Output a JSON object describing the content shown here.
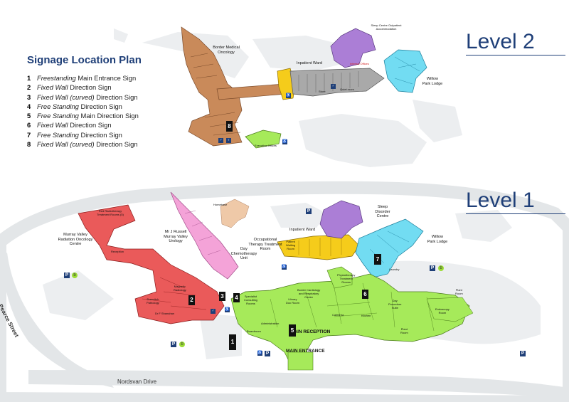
{
  "legend": {
    "title": "Signage Location Plan",
    "items": [
      {
        "num": "1",
        "italic": "Freestanding",
        "rest": "Main Entrance Sign"
      },
      {
        "num": "2",
        "italic": "Fixed Wall",
        "rest": "Direction Sign"
      },
      {
        "num": "3",
        "italic": "Fixed Wall (curved)",
        "rest": "Direction Sign"
      },
      {
        "num": "4",
        "italic": "Free Standing",
        "rest": "Direction Sign"
      },
      {
        "num": "5",
        "italic": "Free Standing",
        "rest": "Main Direction Sign"
      },
      {
        "num": "6",
        "italic": "Fixed Wall",
        "rest": "Direction Sign"
      },
      {
        "num": "7",
        "italic": "Free Standing",
        "rest": "Direction Sign"
      },
      {
        "num": "8",
        "italic": "Fixed Wall (curved)",
        "rest": "Direction Sign"
      }
    ]
  },
  "level2": {
    "title": "Level 2",
    "labels": {
      "border_medical_oncology": "Border Medical\nOncology",
      "inpatient_ward": "Inpatient Ward",
      "sleep_centre": "Sleep Centre Outpatient\nAccommodation",
      "willow_park": "Willow\nPark Lodge",
      "internal_offices": "Internal Offices",
      "executive_offices": "Executive Offices",
      "store": "Store",
      "quiet_room": "Quiet room"
    },
    "signs": [
      "8"
    ]
  },
  "level1": {
    "title": "Level 1",
    "labels": {
      "red_radiotherapy": "Red Radiotherapy\nTreatment Rooms (5)",
      "murray_valley_radiation": "Murray Valley\nRadiation Oncology\nCentre",
      "reception": "Reception",
      "mr_russell": "Mr J Russell\nMurray Valley\nUrology",
      "homebase": "Homebase",
      "day_chemo": "Day\nChemotherapy\nUnit",
      "occupational": "Occupational\nTherapy Treatment\nRoom",
      "inpatient_ward": "Inpatient Ward",
      "sleep_disorder": "Sleep\nDisorder\nCentre",
      "willow_park": "Willow\nPark Lodge",
      "magnetic_radiology": "Magnetic\nRadiology",
      "dorevitch": "Dorevitch\nPathology",
      "dr_shanahan": "Dr F Shanahan",
      "specialist": "Specialist\nConsulting\nRooms",
      "border_cardiology": "Border Cardiology\nand Respiratory\nCentre",
      "physiotherapy": "Physiotherapy\nTreatment\nRooms",
      "day_procedure": "Day\nProcedure\nSuite",
      "plant_room_right": "Plant\nRoom",
      "plant_room": "Plant\nRoom",
      "boardroom": "Boardroom",
      "administration": "Administration",
      "main_reception": "MAIN RECEPTION",
      "main_entrance": "MAIN ENTRANCE",
      "cafeteria": "Cafeteria",
      "kitchen": "Kitchen",
      "library": "Library\nDoc Room",
      "pearce_street": "Pearce Street",
      "nordsvan_drive": "Nordsvan Drive",
      "endoscopy": "Endoscopy\nRoom",
      "patient_waiting": "Patient\nWaiting\nRoom",
      "laundry": "Laundry"
    },
    "signs": [
      "1",
      "2",
      "3",
      "4",
      "5",
      "6",
      "7"
    ]
  },
  "icons": [
    "parking-icon",
    "bicycle-icon",
    "toilet-icon",
    "accessible-icon"
  ],
  "colors": {
    "oncology": "#c98a5a",
    "radiation": "#ea5a5a",
    "urology": "#f4a3d8",
    "inpatient": "#f5cc1b",
    "sleep": "#ab7ed6",
    "willow": "#72dcf2",
    "ward2": "#a9a9a9",
    "main": "#a6ea5a",
    "homebase": "#efc9a8",
    "background": "#e3e6e8",
    "accent": "#1f3f78"
  }
}
